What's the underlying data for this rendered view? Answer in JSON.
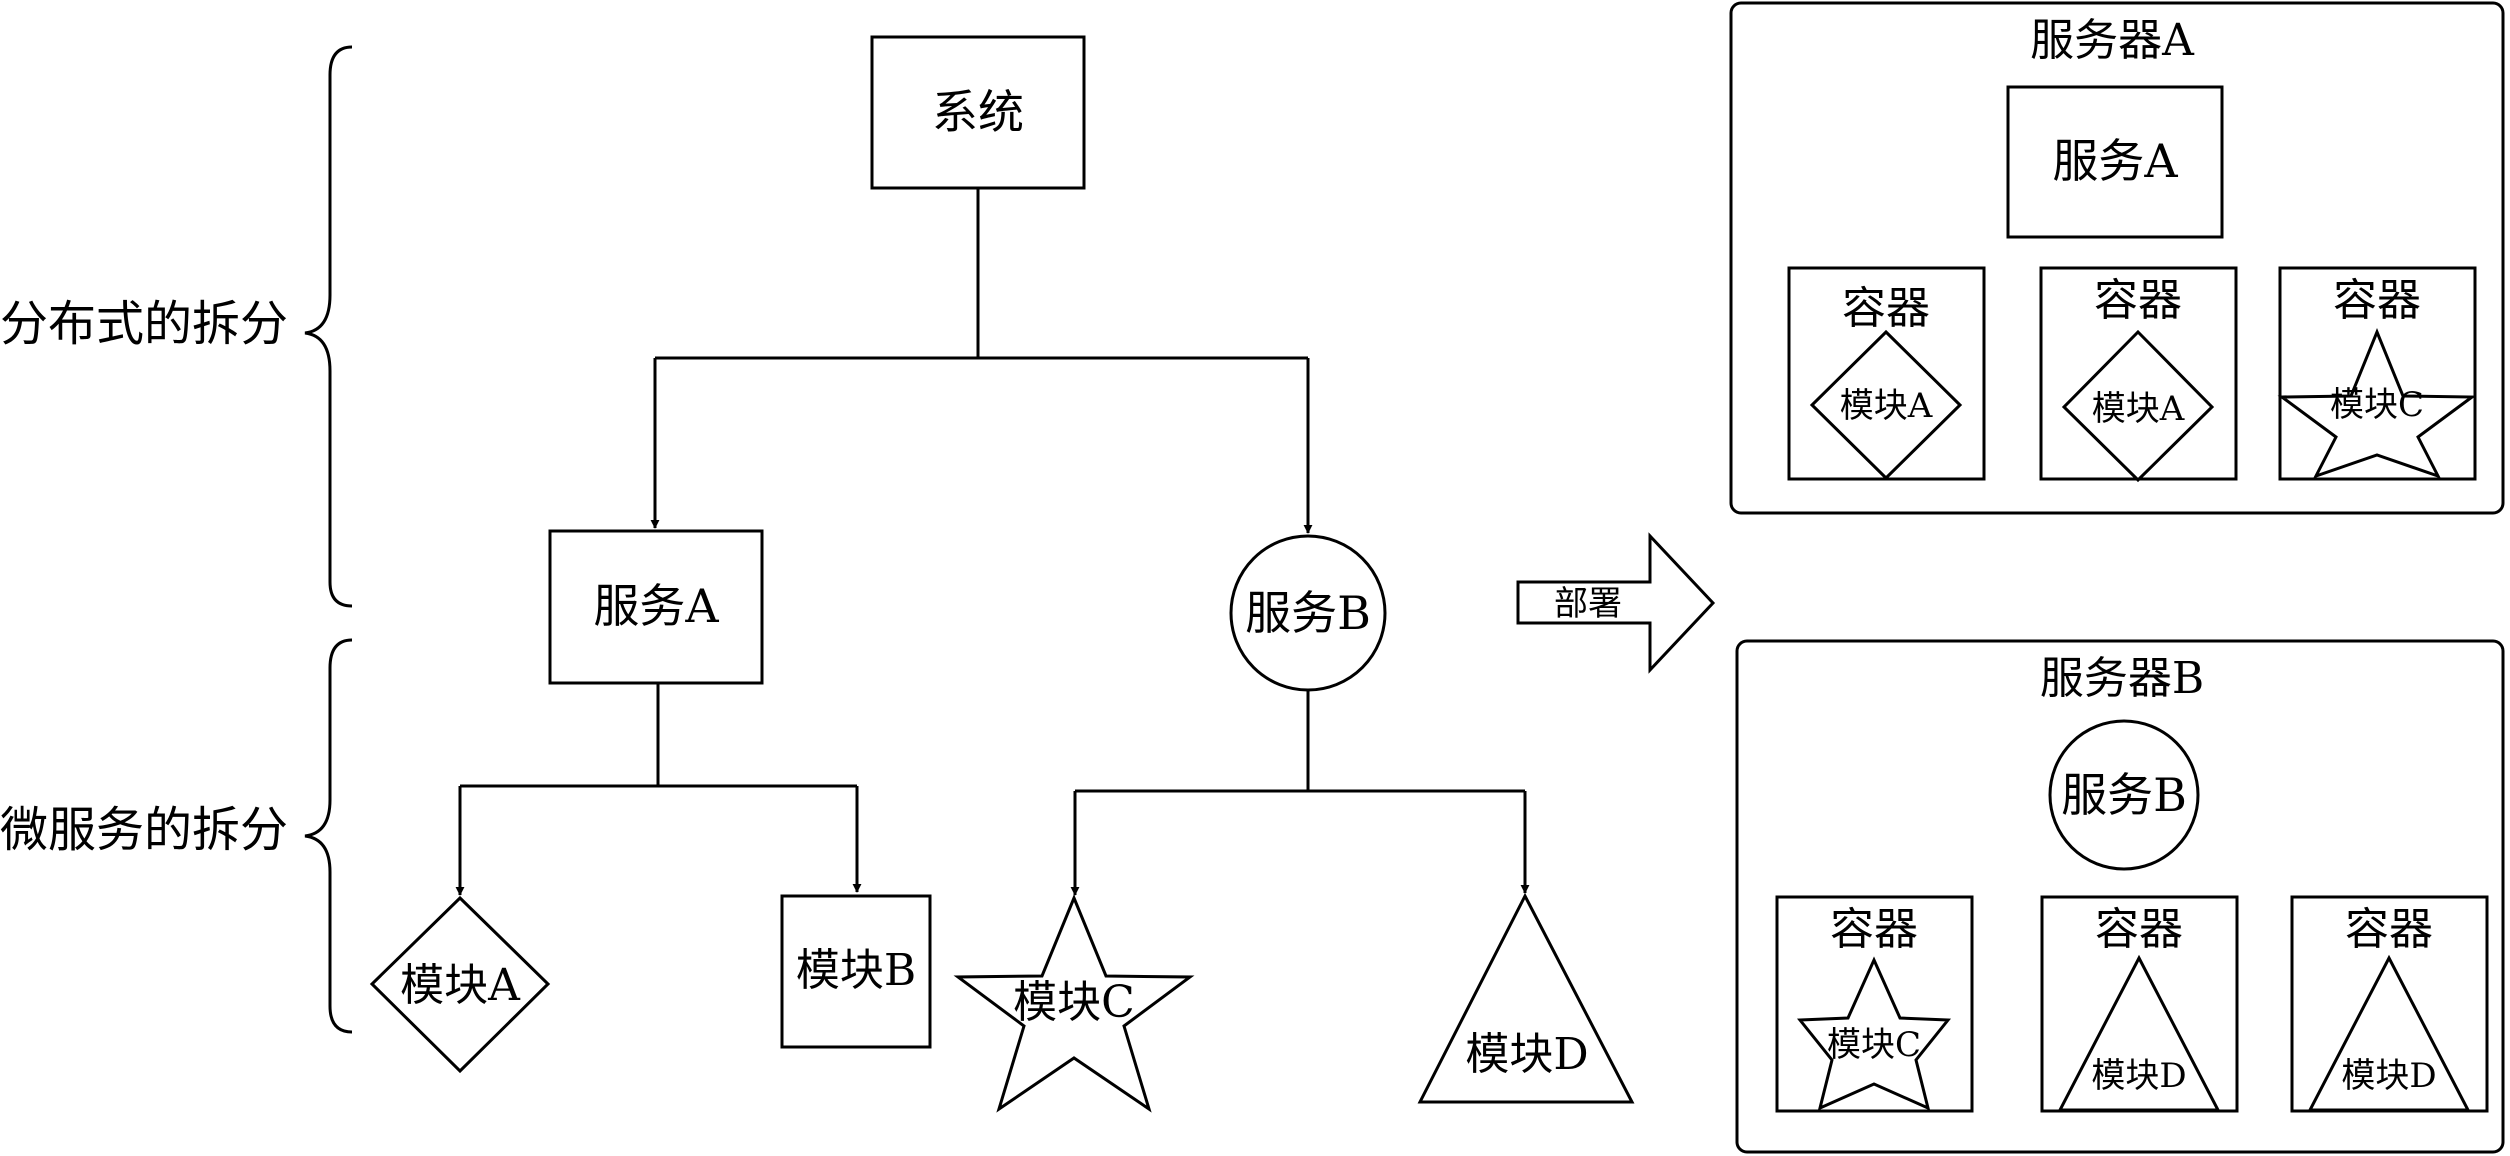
{
  "labels": {
    "brace_distributed": "分布式的拆分",
    "brace_micro": "微服务的拆分",
    "system": "系统",
    "service_a": "服务A",
    "service_b": "服务B",
    "module_a": "模块A",
    "module_b": "模块B",
    "module_c": "模块C",
    "module_d": "模块D",
    "deploy": "部署",
    "server_a": "服务器A",
    "server_b": "服务器B",
    "container": "容器"
  },
  "colors": {
    "stroke": "#000000",
    "fill": "#ffffff"
  }
}
